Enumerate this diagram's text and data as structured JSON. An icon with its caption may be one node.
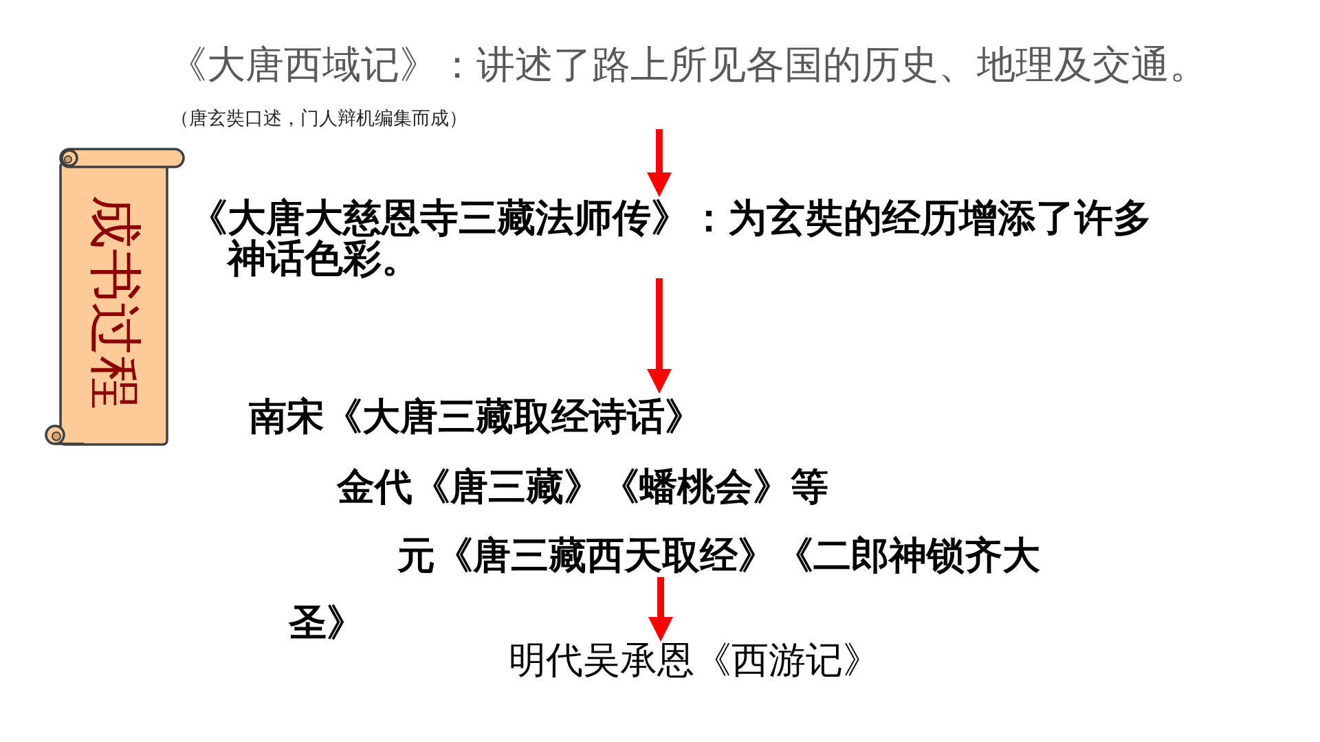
{
  "diagram": {
    "nodes": [
      {
        "text": [
          "《大唐西域记》：讲述了路上所见各国的历史、地理及交通。"
        ],
        "beside": [
          "（唐玄奘口述，门人辩机编集而成）"
        ]
      },
      {
        "text": [
          "成书过程"
        ]
      },
      {
        "text": [
          "《大唐大慈恩寺三藏法师传》：为玄奘的经历增添了许多神话色彩。"
        ]
      },
      {
        "text": [
          "南宋《大唐三藏取经诗话》"
        ]
      },
      {
        "text": [
          "金代《唐三藏》《蟠桃会》等"
        ]
      },
      {
        "text": [
          "元《唐三藏西天取经》《二郎神锁齐大圣》"
        ]
      },
      {
        "text": [
          "明代吴承恩《西游记》"
        ]
      }
    ],
    "edges": [
      {
        "from": 0,
        "to": 2,
        "arrow": "to"
      },
      {
        "from": 2,
        "to": 3,
        "arrow": "to"
      },
      {
        "from": 5,
        "to": 6,
        "arrow": "to"
      }
    ]
  }
}
